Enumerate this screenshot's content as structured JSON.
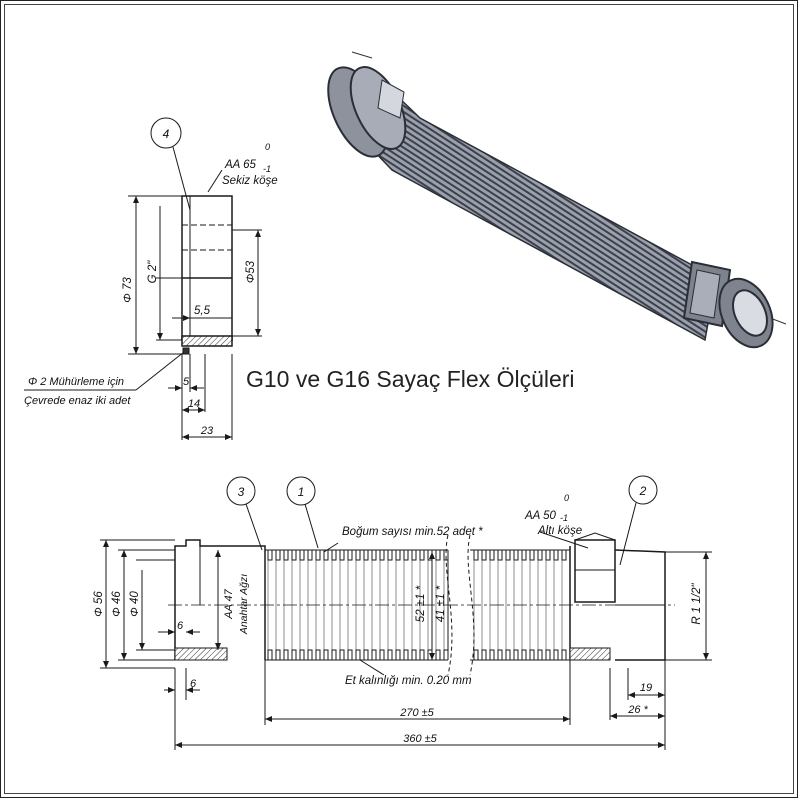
{
  "title": "G10 ve G16 Sayaç Flex Ölçüleri",
  "top_view": {
    "balloon": "4",
    "hex_label": "AA 65",
    "hex_tol_upper": "0",
    "hex_tol_lower": "-1",
    "hex_note": "Sekiz köşe",
    "dia_73": "Φ 73",
    "thread_g2": "G 2\"",
    "dia_53": "Φ53",
    "dim_5_5": "5,5",
    "seal_note_1": "Φ 2 Mühürleme için",
    "seal_note_2": "Çevrede enaz iki adet",
    "dim_5": "5",
    "dim_14": "14",
    "dim_23": "23"
  },
  "bottom_view": {
    "balloon_3": "3",
    "balloon_1": "1",
    "balloon_2": "2",
    "corrugation_note": "Boğum sayısı  min.52 adet *",
    "hex_label": "AA 50",
    "hex_tol_upper": "0",
    "hex_tol_lower": "-1",
    "hex_note": "Altı köşe",
    "dia_56": "Φ 56",
    "dia_46": "Φ 46",
    "dia_40": "Φ 40",
    "aa_47": "AA 47",
    "wrench_note": "Anahtar Ağzı",
    "dim_52": "52 ±1 *",
    "dim_41": "41 ±1 *",
    "thread_r": "R 1 1/2\"",
    "dim_6_a": "6",
    "dim_6_b": "6",
    "wall_note": "Et kalınlığı min. 0.20 mm",
    "dim_19": "19",
    "dim_26": "26 *",
    "dim_270": "270 ±5",
    "dim_360": "360 ±5"
  },
  "colors": {
    "line": "#1a1a1a",
    "hose_dark": "#4a4f5a",
    "hose_light": "#b8bcc6"
  }
}
